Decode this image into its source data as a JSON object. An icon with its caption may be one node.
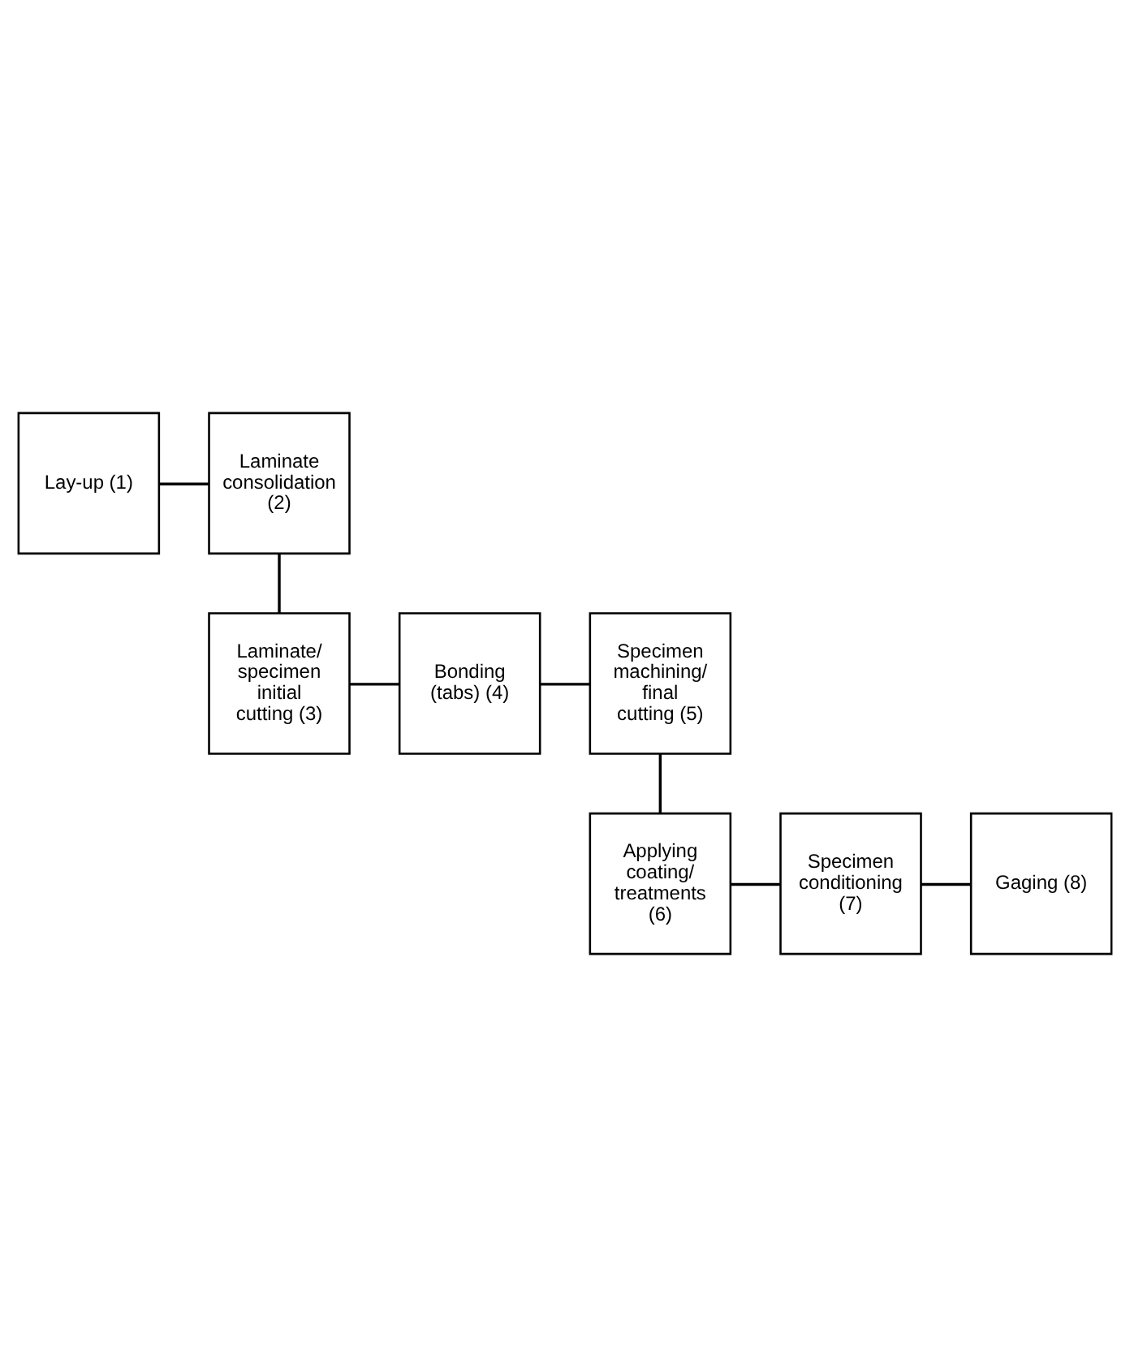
{
  "diagram": {
    "nodes": [
      {
        "text": [
          "Lay-up (1)"
        ]
      },
      {
        "text": [
          "Laminate consolidation (2)"
        ]
      },
      {
        "text": [
          "Laminate/ specimen initial cutting (3)"
        ]
      },
      {
        "text": [
          "Bonding (tabs) (4)"
        ]
      },
      {
        "text": [
          "Specimen machining/ final cutting (5)"
        ]
      },
      {
        "text": [
          "Applying coating/ treatments (6)"
        ]
      },
      {
        "text": [
          "Specimen conditioning (7)"
        ]
      },
      {
        "text": [
          "Gaging (8)"
        ]
      }
    ],
    "edges": [
      {
        "from": 0,
        "to": 1,
        "arrow": "none"
      },
      {
        "from": 1,
        "to": 2,
        "arrow": "none"
      },
      {
        "from": 2,
        "to": 3,
        "arrow": "none"
      },
      {
        "from": 3,
        "to": 4,
        "arrow": "none"
      },
      {
        "from": 4,
        "to": 5,
        "arrow": "none"
      },
      {
        "from": 5,
        "to": 6,
        "arrow": "none"
      },
      {
        "from": 6,
        "to": 7,
        "arrow": "none"
      }
    ]
  }
}
